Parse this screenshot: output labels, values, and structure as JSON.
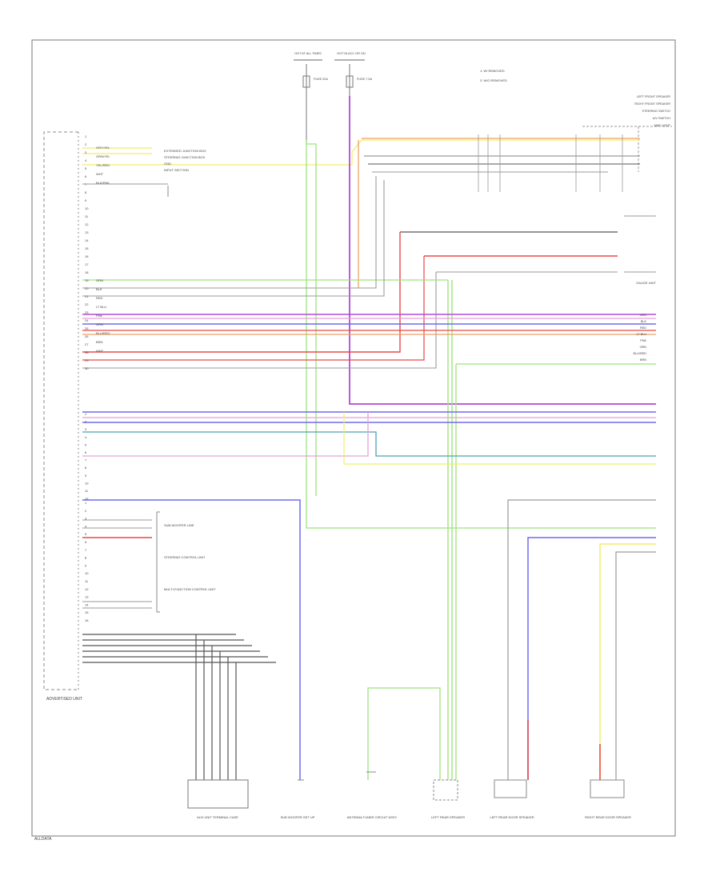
{
  "diagram": {
    "left_unit_label": "ADVERTISED UNIT",
    "bottom_left_label": "ALLDATA",
    "fuse_labels": [
      "HOT AT ALL TIMES",
      "HOT IN ACC OR ON"
    ],
    "fuse_names": [
      "FUSE 20A",
      "FUSE 7.5A"
    ],
    "notes": [
      "1: W/ REMOVED",
      "2: W/O REMOVED"
    ],
    "top_right_labels": [
      "LEFT FRONT SPEAKER",
      "RIGHT FRONT SPEAKER",
      "STEERING SWITCH",
      "A/V SWITCH",
      "MAP LIGHT"
    ],
    "right_connector_label": "GAUGE UNIT",
    "left_pins_top": [
      "1",
      "2",
      "3",
      "4",
      "5",
      "6",
      "7",
      "8",
      "9",
      "10",
      "11",
      "12",
      "13",
      "14",
      "15",
      "16",
      "17",
      "18",
      "19",
      "20",
      "21",
      "22",
      "23",
      "24",
      "25",
      "26",
      "27",
      "28",
      "29",
      "30"
    ],
    "left_pins_mid": [
      "1",
      "2",
      "3",
      "4",
      "5",
      "6",
      "7",
      "8",
      "9",
      "10",
      "11",
      "12"
    ],
    "left_pins_low": [
      "1",
      "2",
      "3",
      "4",
      "5",
      "6",
      "7",
      "8",
      "9",
      "10",
      "11",
      "12",
      "13",
      "14",
      "15",
      "16"
    ],
    "wire_labels_top": [
      "GRY/YEL",
      "GRN/YEL",
      "YEL/RED",
      "WHT",
      "BLK/PNK"
    ],
    "wire_labels_mid": [
      "GRN",
      "BLK",
      "RED",
      "LT BLU",
      "PNK",
      "ORN",
      "BLU/RED",
      "BRN",
      "WHT"
    ],
    "side_text_top": [
      "EXTENDED JUNCTION BOX",
      "STEERING JUNCTION BOX",
      "GND",
      "INPUT SECTION"
    ],
    "side_text_low": [
      "SUB-WOOFER LINE",
      "STEERING CONTROL UNIT",
      "MULTI-FUNCTION CONTROL UNIT"
    ],
    "bottom_components": [
      "AUX UNIT TERMINAL CASE",
      "SUB WOOFER SET UP",
      "ANTENNA TUNER CIRCUIT ASSY",
      "LEFT REAR SPEAKER",
      "LEFT REAR DOOR SPEAKER",
      "RIGHT REAR DOOR SPEAKER"
    ],
    "colors": {
      "green": "#9ee37d",
      "violet": "#b04ad8",
      "blue": "#6b6bef",
      "red": "#e84848",
      "orange": "#f0a060",
      "yellow": "#f2ee68",
      "gray": "#9a9a9a",
      "pink": "#e8a0d8",
      "black": "#555555",
      "teal": "#4fa0b8"
    }
  }
}
